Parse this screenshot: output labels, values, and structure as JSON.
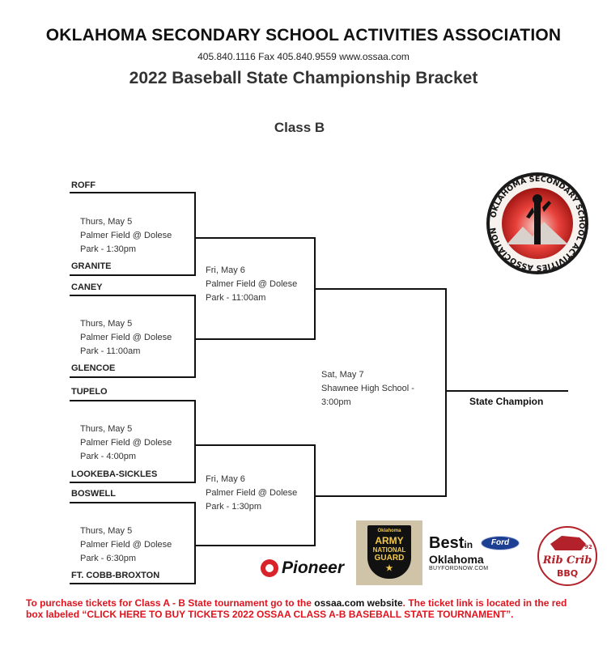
{
  "header": {
    "title": "OKLAHOMA SECONDARY SCHOOL ACTIVITIES ASSOCIATION",
    "contact": "405.840.1116    Fax 405.840.9559  www.ossaa.com",
    "subtitle": "2022  Baseball State Championship Bracket",
    "class_label": "Class B"
  },
  "round1": [
    {
      "top_team": "ROFF",
      "bottom_team": "GRANITE",
      "date": "Thurs, May 5",
      "location_line1": "Palmer Field @ Dolese",
      "location_line2": "Park - 1:30pm"
    },
    {
      "top_team": "CANEY",
      "bottom_team": "GLENCOE",
      "date": "Thurs, May 5",
      "location_line1": "Palmer Field @ Dolese",
      "location_line2": "Park - 11:00am"
    },
    {
      "top_team": "TUPELO",
      "bottom_team": "LOOKEBA-SICKLES",
      "date": "Thurs, May 5",
      "location_line1": "Palmer Field @ Dolese",
      "location_line2": "Park - 4:00pm"
    },
    {
      "top_team": "BOSWELL",
      "bottom_team": "FT. COBB-BROXTON",
      "date": "Thurs, May 5",
      "location_line1": "Palmer Field @ Dolese",
      "location_line2": "Park - 6:30pm"
    }
  ],
  "round2": [
    {
      "date": "Fri, May 6",
      "location_line1": "Palmer Field @ Dolese",
      "location_line2": "Park - 11:00am"
    },
    {
      "date": "Fri, May 6",
      "location_line1": "Palmer Field @ Dolese",
      "location_line2": "Park - 1:30pm"
    }
  ],
  "final": {
    "date": "Sat, May 7",
    "location_line1": "Shawnee High School -",
    "location_line2": "3:00pm"
  },
  "champion_label": "State Champion",
  "footer": {
    "part1": "To purchase tickets for Class A - B State tournament go to the ",
    "part2": "ossaa.com website",
    "part3": ". The ticket link is located in the red box labeled “CLICK HERE TO BUY TICKETS 2022 OSSAA CLASS A-B BASEBALL STATE TOURNAMENT”."
  },
  "sponsors": {
    "pioneer": "Pioneer",
    "guard": {
      "small": "Oklahoma",
      "line1": "ARMY",
      "line2": "NATIONAL",
      "line3": "GUARD"
    },
    "best": {
      "main": "Best",
      "in": "in",
      "state": "Oklahoma",
      "url": "BUYFORDNOW.COM",
      "ford": "Ford"
    },
    "ribcrib": {
      "line1": "Rib Crib",
      "line2": "BBQ",
      "year": "92"
    }
  },
  "ossaa_logo": {
    "ring_text": "OKLAHOMA SECONDARY SCHOOL ACTIVITIES ASSOCIATION"
  },
  "colors": {
    "accent_red": "#e0141e",
    "line": "#111111",
    "guard_gold": "#f2c94c"
  }
}
